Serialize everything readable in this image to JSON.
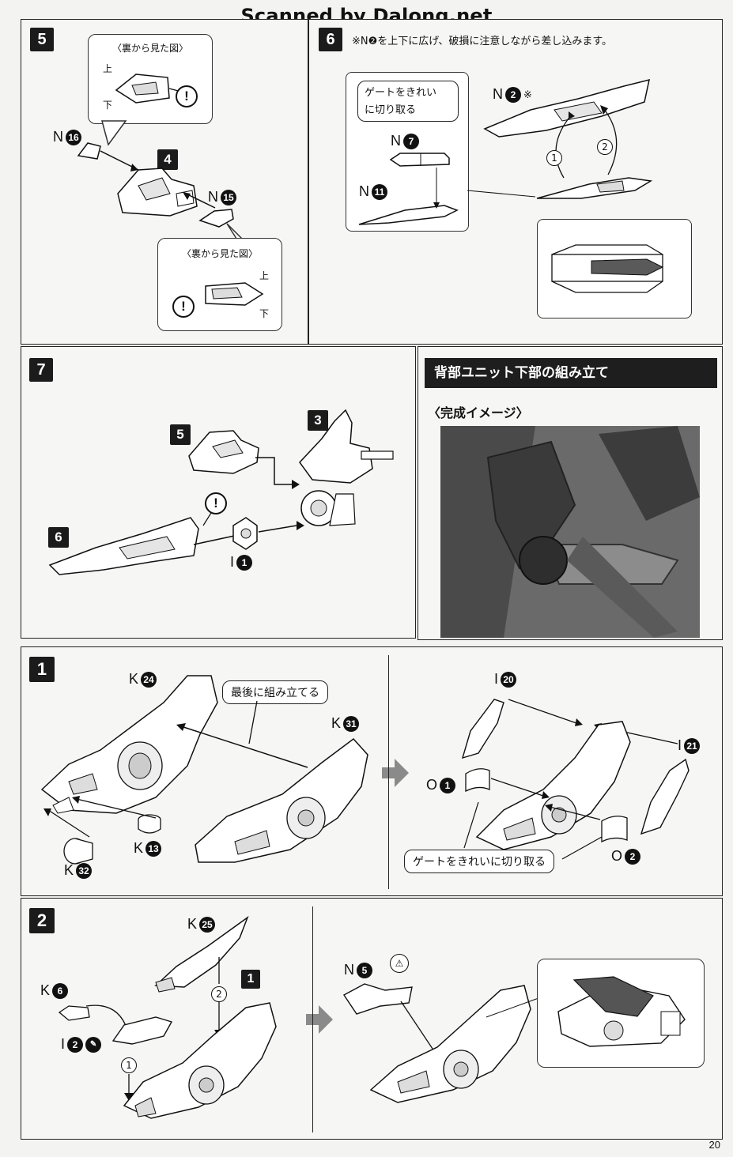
{
  "watermark": "Scanned by Dalong.net",
  "page_number": "20",
  "step5": {
    "step": "5",
    "callout_top": {
      "title": "〈裏から見た図〉",
      "up": "上",
      "down": "下"
    },
    "callout_bottom": {
      "title": "〈裏から見た図〉",
      "up": "上",
      "down": "下"
    },
    "parts": [
      {
        "letter": "N",
        "num": "16"
      },
      {
        "letter": "N",
        "num": "15"
      }
    ],
    "sub_step": "4"
  },
  "step6": {
    "step": "6",
    "note": "※N❷を上下に広げ、破損に注意しながら差し込みます。",
    "gate_note": "ゲートをきれい\nに切り取る",
    "gate_line1": "ゲートをきれい",
    "gate_line2": "に切り取る",
    "parts": [
      {
        "letter": "N",
        "num": "2",
        "suffix": "※"
      },
      {
        "letter": "N",
        "num": "7"
      },
      {
        "letter": "N",
        "num": "11"
      }
    ],
    "order": [
      "1",
      "2"
    ]
  },
  "step7": {
    "step": "7",
    "sub_steps": [
      "5",
      "3",
      "6"
    ],
    "part": {
      "letter": "I",
      "num": "1"
    }
  },
  "back_unit": {
    "header": "背部ユニット下部の組み立て",
    "subtitle": "〈完成イメージ〉"
  },
  "step1": {
    "step": "1",
    "note_last": "最後に組み立てる",
    "gate_note": "ゲートをきれいに切り取る",
    "parts_left": [
      {
        "letter": "K",
        "num": "24"
      },
      {
        "letter": "K",
        "num": "31"
      },
      {
        "letter": "K",
        "num": "13"
      },
      {
        "letter": "K",
        "num": "32"
      }
    ],
    "parts_right": [
      {
        "letter": "I",
        "num": "20"
      },
      {
        "letter": "I",
        "num": "21"
      },
      {
        "letter": "O",
        "num": "1"
      },
      {
        "letter": "O",
        "num": "2"
      }
    ]
  },
  "step2": {
    "step": "2",
    "sub_step": "1",
    "parts_left": [
      {
        "letter": "K",
        "num": "25"
      },
      {
        "letter": "K",
        "num": "6"
      },
      {
        "letter": "I",
        "num": "2"
      }
    ],
    "order": [
      "1",
      "2"
    ],
    "parts_right": [
      {
        "letter": "N",
        "num": "5"
      }
    ]
  }
}
